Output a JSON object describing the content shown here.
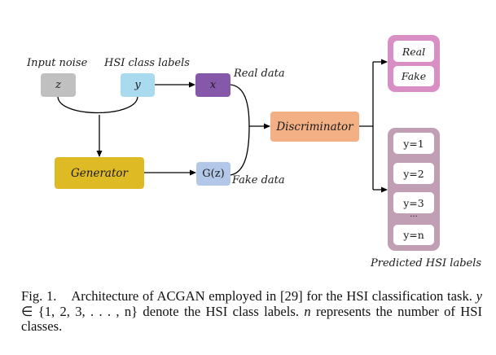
{
  "diagram": {
    "inputs": {
      "noise_label": "Input noise",
      "noise_symbol": "z",
      "class_label": "HSI class labels",
      "class_symbol": "y",
      "real_symbol": "x",
      "real_label": "Real data",
      "fake_symbol": "G(z)",
      "fake_label": "Fake data"
    },
    "generator_label": "Generator",
    "discriminator_label": "Discriminator",
    "source_output": {
      "items": [
        "Real",
        "Fake"
      ]
    },
    "class_output": {
      "items": [
        "y=1",
        "y=2",
        "y=3",
        "y=n"
      ],
      "ellipsis": "...",
      "label": "Predicted HSI labels"
    },
    "colors": {
      "noise": "#c0c0c0",
      "class": "#a9daee",
      "real": "#8658a9",
      "fake": "#b3c7e8",
      "generator": "#deba25",
      "discriminator": "#f2b084",
      "source_output": "#d98fc4",
      "class_output": "#c09fb4"
    }
  },
  "caption": {
    "fig": "Fig. 1.",
    "text_1": "Architecture of ACGAN employed in [29] for the HSI classification task.",
    "math_y": "y",
    "math_set": "∈ {1, 2, 3, . . . , n}",
    "text_2": "denote the HSI class labels.",
    "math_n": "n",
    "text_3": "represents the number of HSI classes."
  }
}
